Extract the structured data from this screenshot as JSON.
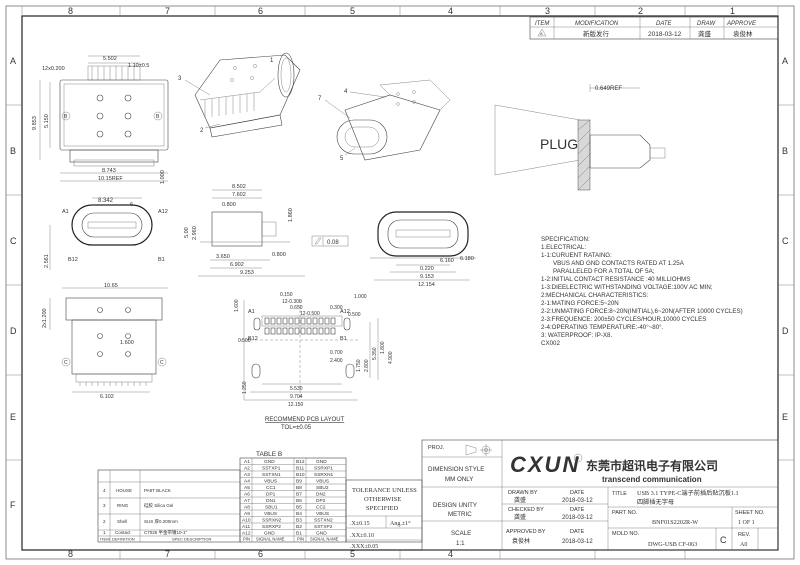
{
  "border": {
    "columns": [
      "8",
      "7",
      "6",
      "5",
      "4",
      "3",
      "2",
      "1"
    ],
    "rows": [
      "A",
      "B",
      "C",
      "D",
      "E",
      "F"
    ]
  },
  "revision": {
    "headers": [
      "ITEM",
      "MODIFICATION",
      "DATE",
      "DRAW",
      "APPROVE"
    ],
    "row": {
      "item": "A",
      "modification": "新版发行",
      "date": "2018-03-12",
      "draw": "龚盛",
      "approve": "袁俊林"
    }
  },
  "dims": {
    "top_left": [
      "12x0.200",
      "5.502",
      "1.10±0.5",
      "9.853",
      "5.150",
      "8.743",
      "10.15REF",
      "1.000"
    ],
    "view_mid": [
      "8.342",
      "A1",
      "A12",
      "B12",
      "B1",
      "6",
      "2.561"
    ],
    "side": [
      "8.502",
      "7.602",
      "0.800",
      "2.960",
      "5.00",
      "1.860",
      "3.650",
      "6.902",
      "9.253",
      "0.800"
    ],
    "flatness": "0.08",
    "front": [
      "6.160",
      "6.180",
      "0.220",
      "9.153",
      "12.154"
    ],
    "bottom_left": [
      "10.65",
      "2x1.200",
      "1.600",
      "6.102"
    ],
    "pcb": [
      "0.150",
      "12-0.300",
      "1.600",
      "0.500",
      "0.650",
      "0.300",
      "1.000",
      "12-0.500",
      "0.700",
      "2.400",
      "1.250",
      "1.750",
      "2.800",
      "5.350",
      "5.530",
      "9.704",
      "12.150",
      "0.500",
      "1.800",
      "4.900"
    ],
    "leader": "0.649REF",
    "pcb_pins": [
      "A1",
      "A12",
      "B12",
      "B1"
    ],
    "balloons": [
      "3",
      "2",
      "1",
      "7",
      "4",
      "5"
    ]
  },
  "labels": {
    "plug": "PLUG",
    "pcb_title": "RECOMMEND PCB LAYOUT",
    "pcb_tol": "TOL=±0.05"
  },
  "spec": {
    "lines": [
      "SPECIFICATION:",
      "1.ELECTRICAL:",
      "1-1:CURUENT RATAING:",
      "    VBUS AND GND CONTACTS RATED AT 1.25A",
      "    PARALLELED FOR A TOTAL OF 5A;",
      "1-2:INITIAL CONTACT RESISTANCE :40 MILLIOHMS",
      "1-3:DIEELECTRIC WITHSTANDING VOLTAGE:100V AC MIN;",
      "2:MECHANICAL CHARACTERISTICS:",
      "2-1:MATING FORCE:5~20N",
      "2-2:UNMATING FORCE:8~20N(INITIAL),6~20N(AFTER 10000 CYCLES)",
      "2-3:FREQUENCE: 200±50 CYCLES/HOUR,10000 CYCLES",
      "2-4:OPERATING TEMPERATURE:-40°~80°.",
      "3: WATERPROOF: IP-X8.",
      "CX002"
    ]
  },
  "table_b": {
    "title": "TABLE B",
    "rows": [
      [
        "A1",
        "GND",
        "B12",
        "GND"
      ],
      [
        "A2",
        "SSTXP1",
        "B11",
        "SSRXP1"
      ],
      [
        "A3",
        "SSTXN1",
        "B10",
        "SSRXN1"
      ],
      [
        "A4",
        "VBUS",
        "B9",
        "VBUS"
      ],
      [
        "A5",
        "CC1",
        "B8",
        "SBU2"
      ],
      [
        "A6",
        "DP1",
        "B7",
        "DN2"
      ],
      [
        "A7",
        "DN1",
        "B6",
        "DP2"
      ],
      [
        "A8",
        "SBU1",
        "B5",
        "CC2"
      ],
      [
        "A9",
        "VBUS",
        "B4",
        "VBUS"
      ],
      [
        "A10",
        "SSRXN2",
        "B3",
        "SSTXN2"
      ],
      [
        "A11",
        "SSRXP2",
        "B2",
        "SSTXP2"
      ],
      [
        "A12",
        "GND",
        "B1",
        "GND"
      ]
    ],
    "footer": [
      "PIN",
      "SIGNAL NAME",
      "PIN",
      "SIGNAL NAME"
    ]
  },
  "bom": {
    "rows": [
      [
        "4",
        "HOUSE",
        "PA9T BLACK"
      ],
      [
        "3",
        "RING",
        "硅胶 Silica Gel"
      ],
      [
        "2",
        "Shell",
        "SUS 厚0.200mm"
      ],
      [
        "1",
        "Contact",
        "C7025 半金带镍10-1\""
      ]
    ],
    "footer": [
      "ITEM",
      "DEFINITION",
      "SPEC DESCRIPTION"
    ]
  },
  "tolerance": {
    "heading": [
      "TOLERANCE UNLESS",
      "OTHERWISE",
      "SPECIFIED"
    ],
    "x": ".X±0.15",
    "ang": "Ang.±1°",
    "xx": ".XX±0.10",
    "xxx": ".XXX±0.05"
  },
  "title_block": {
    "proj": "PROJ.",
    "dim_style": [
      "DIMENSION STYLE",
      "MM ONLY"
    ],
    "design_unity": [
      "DESIGN UNITY",
      "METRIC"
    ],
    "scale": [
      "SCALE",
      "1:1"
    ],
    "logo": "CXUN",
    "registered": "®",
    "company_cn": "东莞市超讯电子有限公司",
    "company_en": "transcend communication",
    "drawn_by": "DRAWN BY",
    "drawn_name": "龚盛",
    "drawn_date_label": "DATE",
    "drawn_date": "2018-03-12",
    "checked_by": "CHECKED BY",
    "checked_name": "龚盛",
    "checked_date_label": "DATE",
    "checked_date": "2018-03-12",
    "approved_by": "APPROVED BY",
    "approved_name": "袁俊林",
    "approved_date_label": "DATE",
    "approved_date": "2018-03-12",
    "title_label": "TITLE",
    "title_l1": "USB 3.1 TYPE-C端子前插后贴沉板1.1",
    "title_l2": "四脚插无字母",
    "part_label": "PART NO.",
    "part_no": "BNF01S2202R-W",
    "mold_label": "MOLD NO.",
    "mold_no": "DWG-USB CF-063",
    "size": "C",
    "sheet_label": "SHEET NO.",
    "sheet": "1 OF 1",
    "rev_label": "REV.",
    "rev": "A0"
  }
}
